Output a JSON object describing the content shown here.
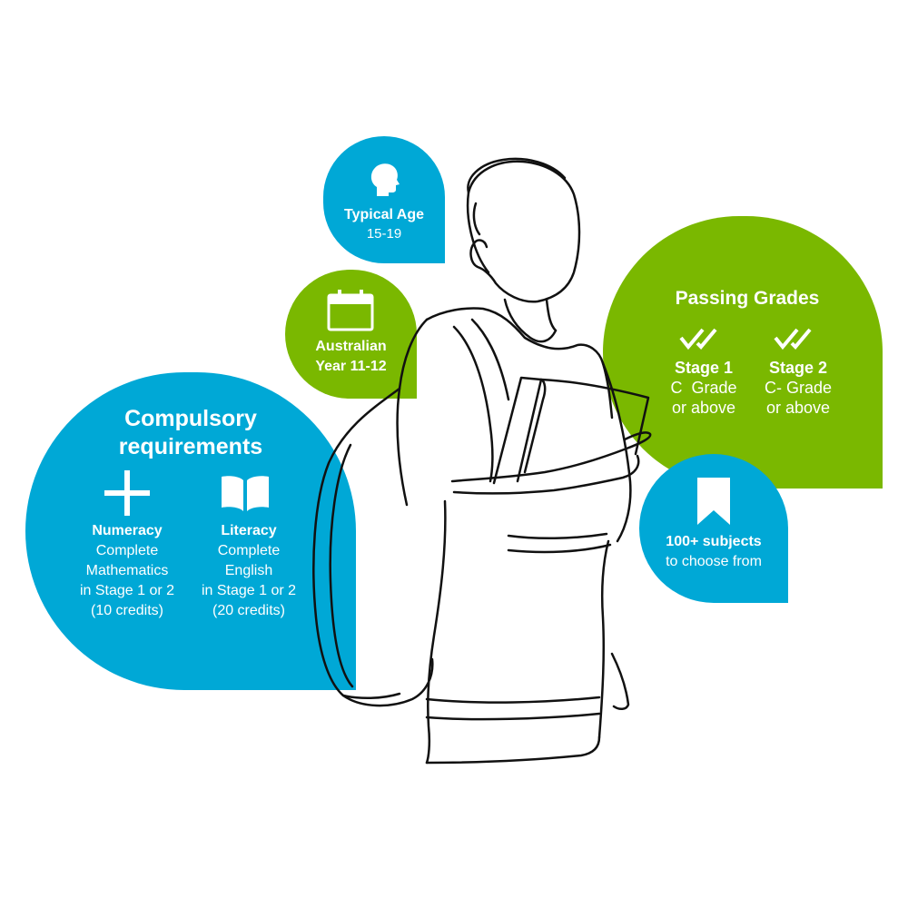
{
  "colors": {
    "blue": "#00a8d6",
    "green": "#7ab800",
    "line": "#111111"
  },
  "age": {
    "icon": "head-profile-icon",
    "title": "Typical Age",
    "value": "15-19"
  },
  "year": {
    "icon": "calendar-icon",
    "line1": "Australian",
    "line2": "Year 11-12"
  },
  "compulsory": {
    "title_line1": "Compulsory",
    "title_line2": "requirements",
    "numeracy": {
      "icon": "plus-icon",
      "title": "Numeracy",
      "lines": [
        "Complete",
        "Mathematics",
        "in Stage 1 or 2",
        "(10 credits)"
      ]
    },
    "literacy": {
      "icon": "open-book-icon",
      "title": "Literacy",
      "lines": [
        "Complete",
        "English",
        "in Stage 1 or 2",
        "(20 credits)"
      ]
    }
  },
  "grades": {
    "title": "Passing Grades",
    "stage1": {
      "icon": "double-check-icon",
      "title": "Stage 1",
      "line1": "C  Grade",
      "line2": "or above"
    },
    "stage2": {
      "icon": "double-check-icon",
      "title": "Stage 2",
      "line1": "C- Grade",
      "line2": "or above"
    }
  },
  "subjects": {
    "icon": "bookmark-icon",
    "title": "100+ subjects",
    "subtitle": "to choose from"
  },
  "figure": {
    "icon": "student-line-drawing-icon"
  }
}
